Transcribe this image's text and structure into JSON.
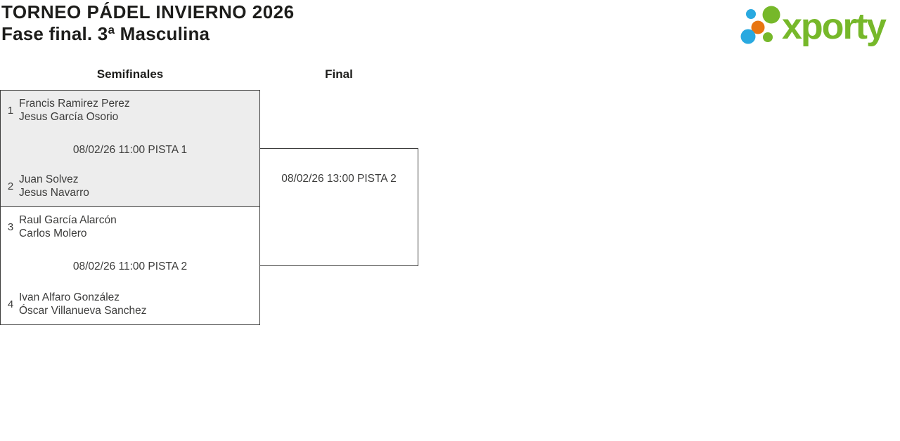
{
  "header": {
    "title": "TORNEO PÁDEL INVIERNO 2026",
    "subtitle": "Fase final. 3ª Masculina"
  },
  "logo": {
    "text": "xporty"
  },
  "colors": {
    "logo_green": "#76b82a",
    "logo_blue": "#29a9e0",
    "logo_orange": "#e87511",
    "match_alt_bg": "#ededed",
    "line_color": "#3c3c3b",
    "text_color": "#3c3c3b"
  },
  "bracket": {
    "round_labels": [
      "Semifinales",
      "Final"
    ],
    "semifinals": [
      {
        "top_seed": "1",
        "top_players": [
          "Francis Ramirez Perez",
          "Jesus García Osorio"
        ],
        "schedule": "08/02/26 11:00 PISTA 1",
        "bottom_seed": "2",
        "bottom_players": [
          "Juan Solvez",
          "Jesus Navarro"
        ]
      },
      {
        "top_seed": "3",
        "top_players": [
          "Raul García Alarcón",
          "Carlos Molero"
        ],
        "schedule": "08/02/26 11:00 PISTA 2",
        "bottom_seed": "4",
        "bottom_players": [
          "Ivan Alfaro González",
          "Óscar Villanueva Sanchez"
        ]
      }
    ],
    "final": {
      "schedule": "08/02/26 13:00 PISTA 2"
    }
  }
}
